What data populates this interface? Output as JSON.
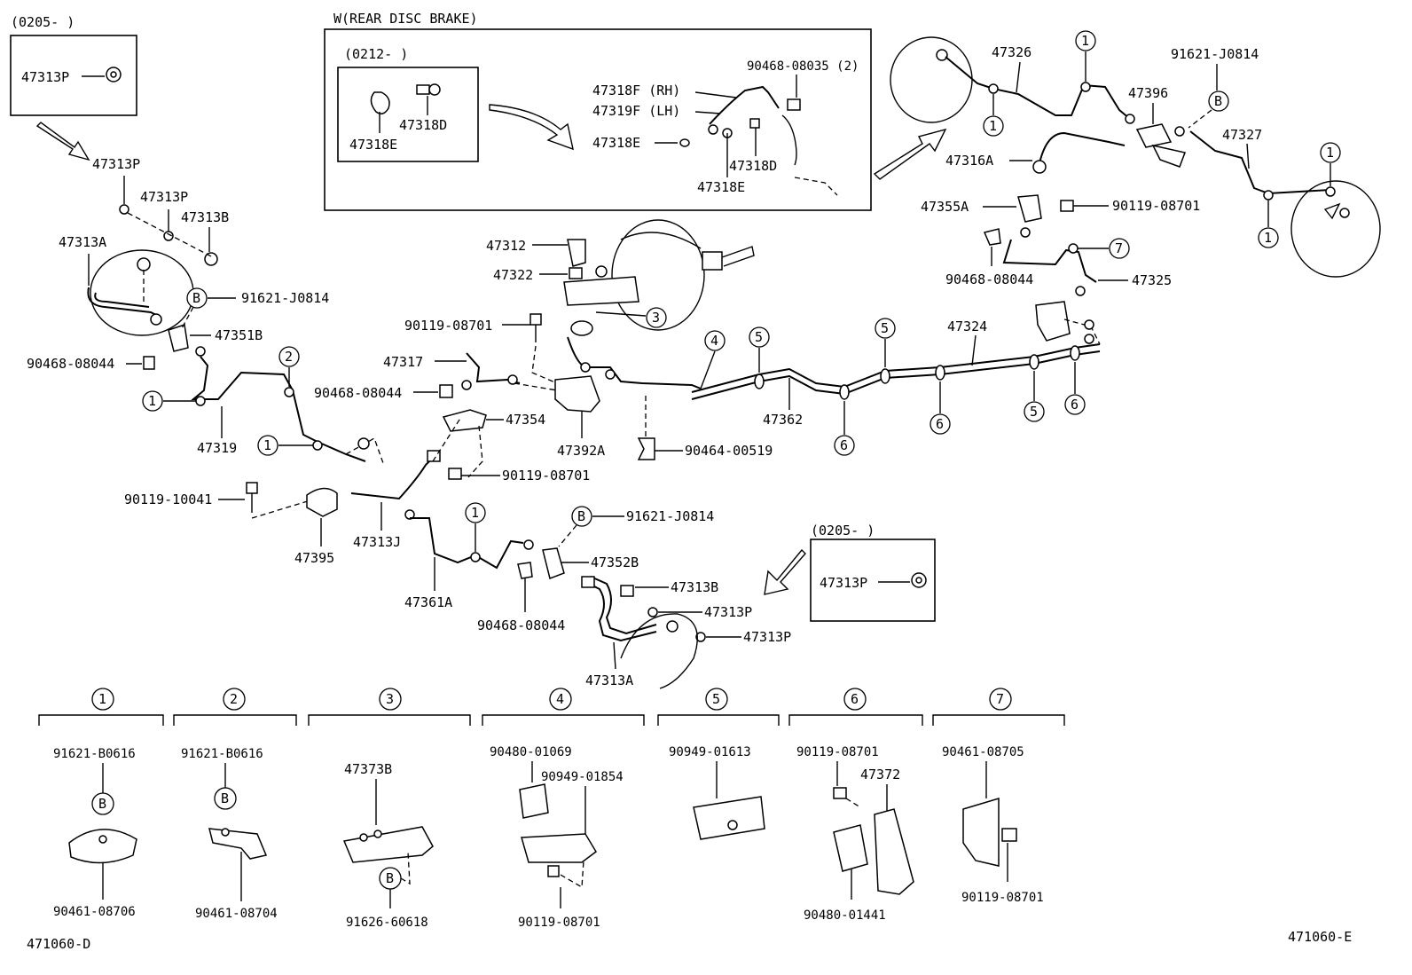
{
  "diagram_ids": {
    "left": "471060-D",
    "right": "471060-E"
  },
  "rear_disc_brake": {
    "title": "W(REAR DISC BRAKE)",
    "subrange": "(0212-      )",
    "parts": [
      "47318F (RH)",
      "47319F (LH)",
      "90468-08035 (2)",
      "47318E",
      "47318D"
    ]
  },
  "inset_left": {
    "range": "(0205-      )",
    "part": "47313P"
  },
  "inset_right": {
    "range": "(0205-      )",
    "part": "47313P"
  },
  "callouts": {
    "c1": "1",
    "c2": "2",
    "c3": "3",
    "c4": "4",
    "c5": "5",
    "c6": "6",
    "c7": "7",
    "b": "B"
  },
  "labels": {
    "p47313P": "47313P",
    "p47313B": "47313B",
    "p47313A": "47313A",
    "p91621J0814": "91621-J0814",
    "p47351B": "47351B",
    "p9046808044": "90468-08044",
    "p47319": "47319",
    "p9011910041": "90119-10041",
    "p47395": "47395",
    "p47313J": "47313J",
    "p47361A": "47361A",
    "p47317": "47317",
    "p47354": "47354",
    "p9011908701": "90119-08701",
    "p47312": "47312",
    "p47322": "47322",
    "p47392A": "47392A",
    "p9046400519": "90464-00519",
    "p47362": "47362",
    "p47324": "47324",
    "p47352B": "47352B",
    "p47326": "47326",
    "p47396": "47396",
    "p47327": "47327",
    "p47316A": "47316A",
    "p47355A": "47355A",
    "p47325": "47325"
  },
  "legend": [
    {
      "num": "1",
      "top": "91621-B0616",
      "bottom": "90461-08706"
    },
    {
      "num": "2",
      "top": "91621-B0616",
      "bottom": "90461-08704"
    },
    {
      "num": "3",
      "top": "47373B",
      "bottom": "91626-60618"
    },
    {
      "num": "4",
      "top": "90480-01069",
      "mid": "90949-01854",
      "bottom": "90119-08701"
    },
    {
      "num": "5",
      "top": "90949-01613"
    },
    {
      "num": "6",
      "top": "90119-08701",
      "mid": "47372",
      "bottom": "90480-01441"
    },
    {
      "num": "7",
      "top": "90461-08705",
      "bottom": "90119-08701"
    }
  ]
}
